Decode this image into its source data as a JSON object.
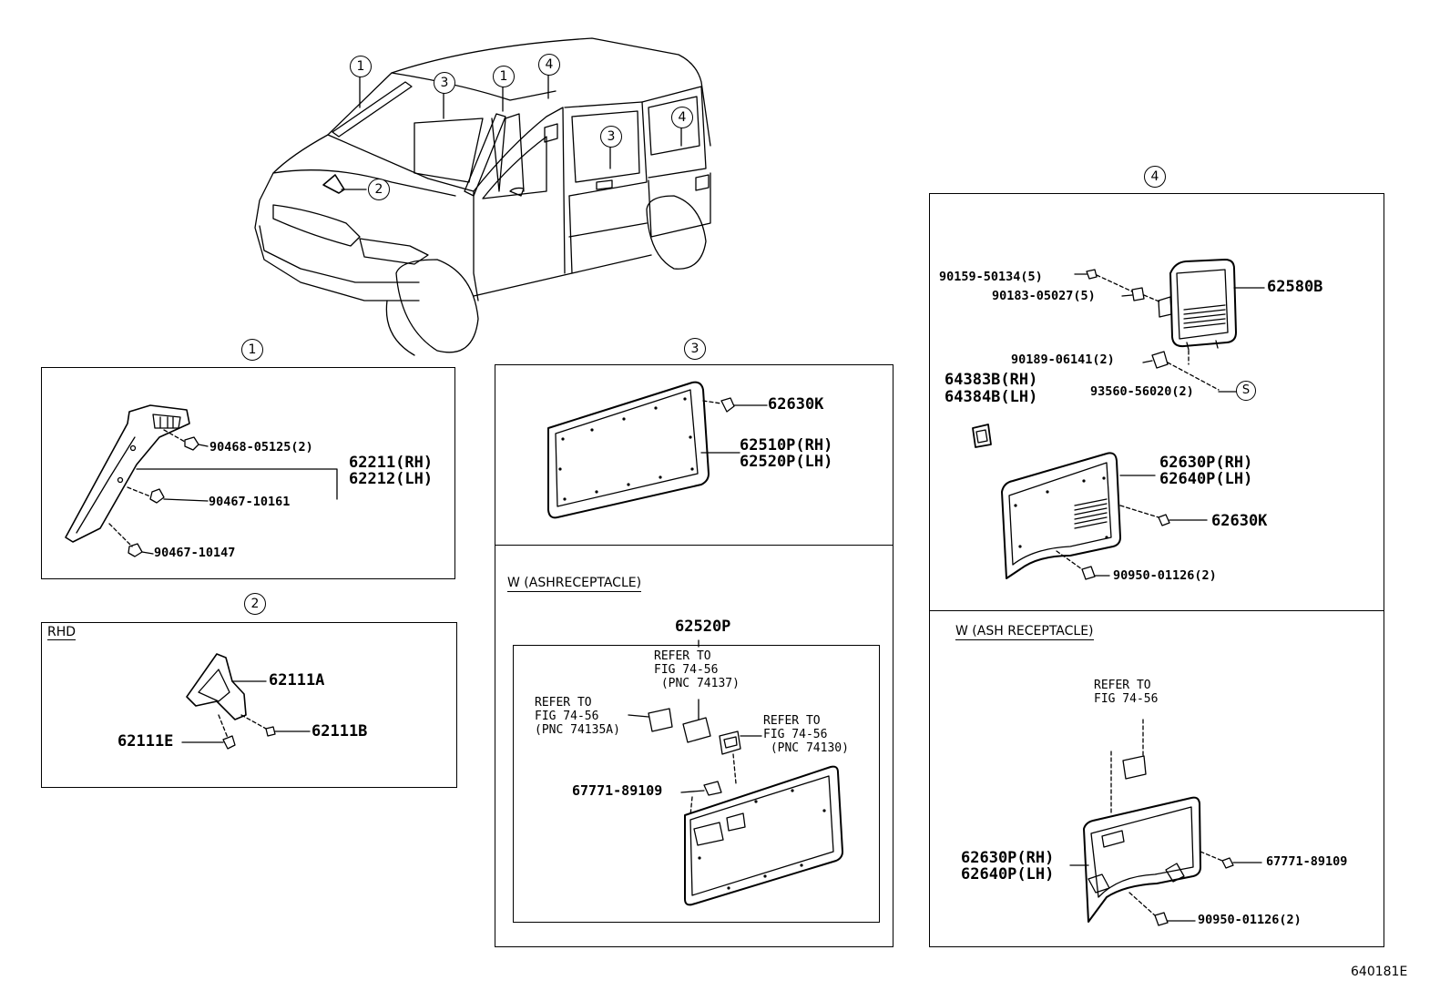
{
  "figure_id": "640181E",
  "callouts": {
    "car": [
      "1",
      "3",
      "1",
      "4",
      "3",
      "4",
      "2"
    ],
    "s1": "1",
    "s2": "2",
    "s3": "3",
    "s4": "4",
    "s_symbol": "S"
  },
  "section1": {
    "parts": {
      "p1": "90468-05125(2)",
      "p2a": "62211(RH)",
      "p2b": "62212(LH)",
      "p3": "90467-10161",
      "p4": "90467-10147"
    }
  },
  "section2": {
    "label": "RHD",
    "parts": {
      "p1": "62111A",
      "p2": "62111E",
      "p3": "62111B"
    }
  },
  "section3": {
    "parts": {
      "p1": "62630K",
      "p2a": "62510P(RH)",
      "p2b": "62520P(LH)"
    },
    "sub_label": "W (ASHRECEPTACLE)",
    "sub_part": "62520P",
    "refer1": "REFER TO\nFIG 74-56\n (PNC 74137)",
    "refer2": "REFER TO\nFIG 74-56\n(PNC 74135A)",
    "refer3": "REFER TO\nFIG 74-56\n (PNC 74130)",
    "sub_part2": "67771-89109"
  },
  "section4": {
    "parts": {
      "p1": "90159-50134(5)",
      "p2": "90183-05027(5)",
      "p3": "62580B",
      "p4": "90189-06141(2)",
      "p5a": "64383B(RH)",
      "p5b": "64384B(LH)",
      "p6": "93560-56020(2)",
      "p7a": "62630P(RH)",
      "p7b": "62640P(LH)",
      "p8": "62630K",
      "p9": "90950-01126(2)"
    },
    "sub_label": "W (ASH RECEPTACLE)",
    "refer": "REFER TO\nFIG 74-56",
    "sub_parts": {
      "p1a": "62630P(RH)",
      "p1b": "62640P(LH)",
      "p2": "67771-89109",
      "p3": "90950-01126(2)"
    }
  }
}
